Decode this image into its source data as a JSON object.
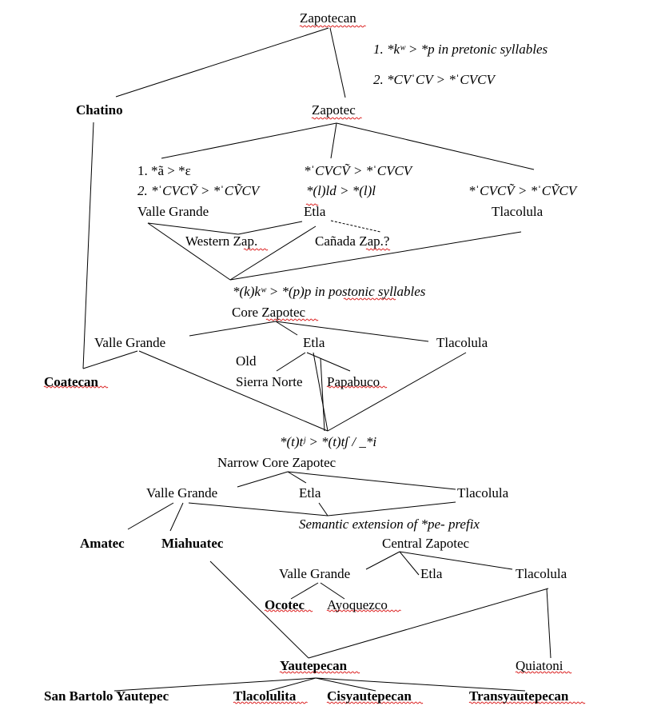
{
  "title": "Zapotecan",
  "top_rules": [
    "1. *kʷ > *p in pretonic syllables",
    "2. *CVˈCV > *ˈCVCV"
  ],
  "level1": {
    "chatino": "Chatino",
    "zapotec": "Zapotec"
  },
  "level2": {
    "vg_rule1": "1. *ã > *ɛ",
    "vg_rule2": "2. *ˈCVCṼ > *ˈCṼCV",
    "vg": "Valle Grande",
    "etla_rule1": "*ˈCVCṼ > *ˈCVCV",
    "etla_rule2": "*(l)ld > *(l)l",
    "etla": "Etla",
    "tl_rule": "*ˈCVCṼ > *ˈCṼCV",
    "tl": "Tlacolula",
    "western": "Western Zap.",
    "canada": "Cañada Zap.?"
  },
  "core": {
    "rule": "*(k)kʷ > *(p)p in postonic syllables",
    "label": "Core Zapotec",
    "vg": "Valle Grande",
    "etla": "Etla",
    "tl": "Tlacolula",
    "old": "Old",
    "sierra": "Sierra Norte",
    "papabuco": "Papabuco",
    "coatecan": "Coatecan"
  },
  "narrow": {
    "rule": "*(t)tʲ > *(t)tʃ / _*i",
    "label": "Narrow Core Zapotec",
    "vg": "Valle Grande",
    "etla": "Etla",
    "tl": "Tlacolula",
    "semantic": "Semantic extension of *pe- prefix",
    "amatec": "Amatec",
    "miahuatec": "Miahuatec"
  },
  "central": {
    "label": "Central Zapotec",
    "vg": "Valle Grande",
    "etla": "Etla",
    "tl": "Tlacolula",
    "ocotec": "Ocotec",
    "ayoquezco": "Ayoquezco",
    "yautepecan": "Yautepecan",
    "quiatoni": "Quiatoni"
  },
  "leaves": [
    "San Bartolo Yautepec",
    "Tlacolulita",
    "Cisyautepecan",
    "Transyautepecan"
  ]
}
